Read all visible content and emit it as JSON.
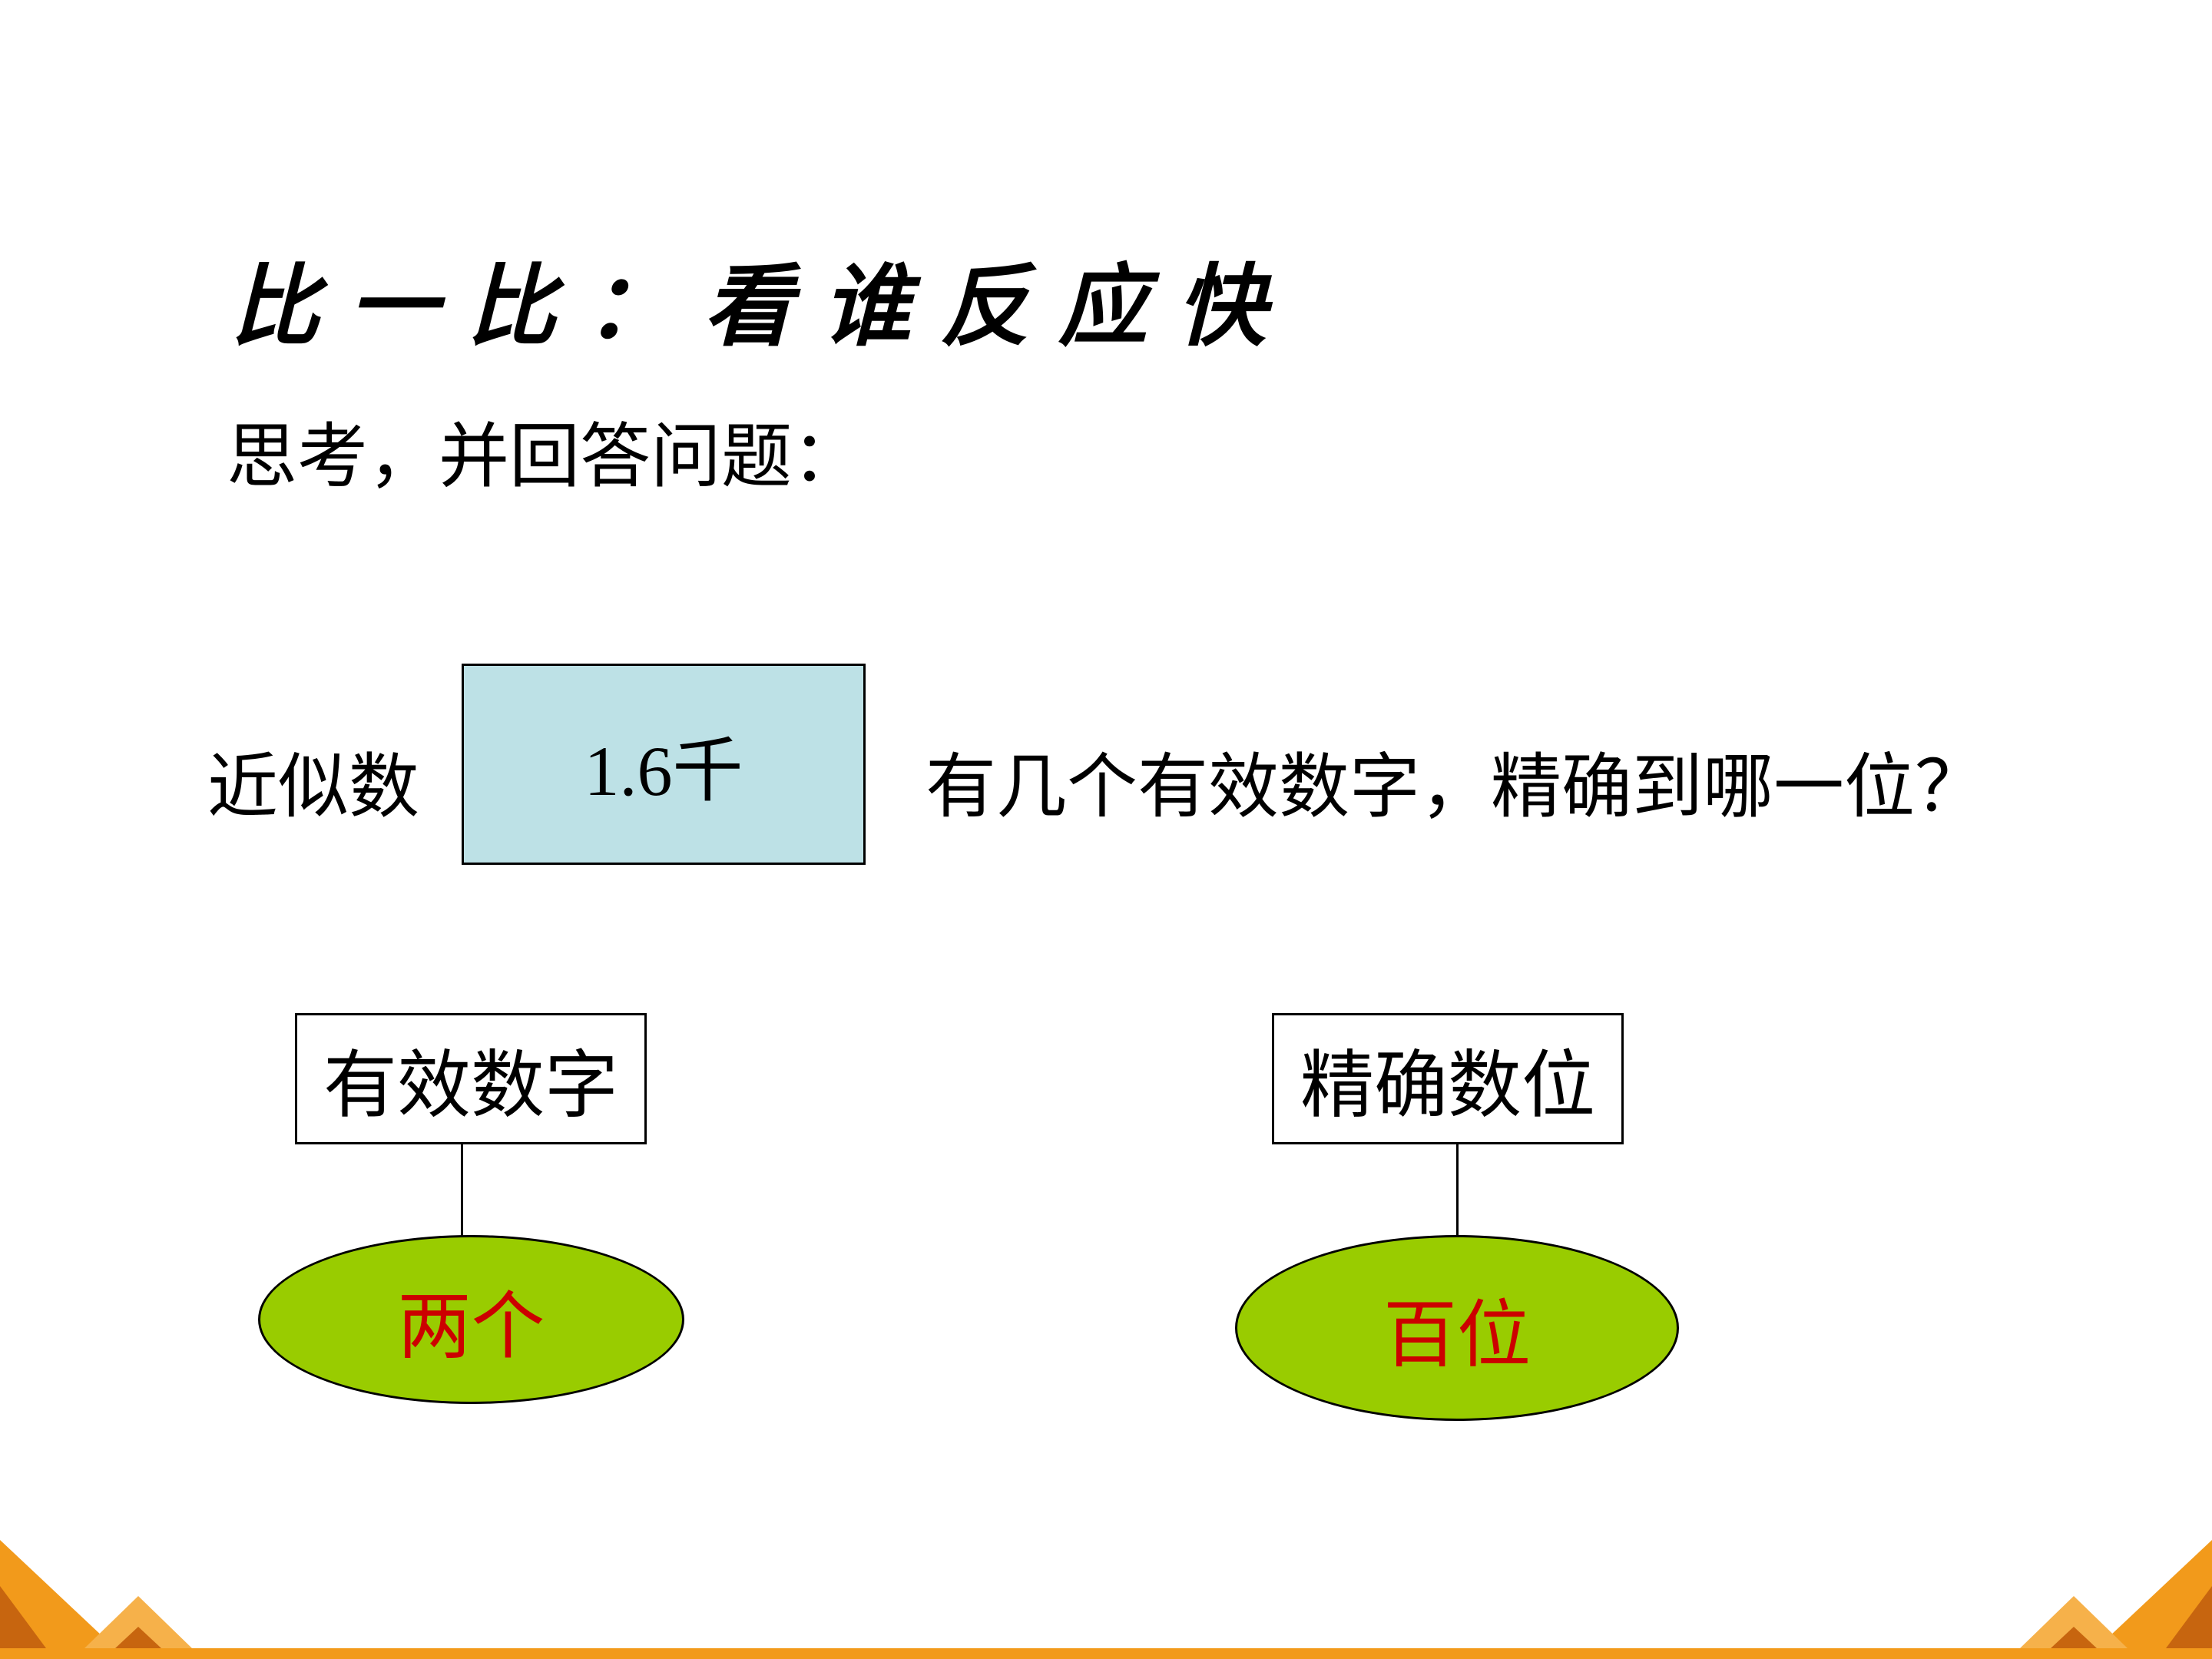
{
  "slide": {
    "title": "比一比：看谁反应快",
    "prompt": "思考，并回答问题：",
    "approx_label": "近似数",
    "approx_value": "1.6千",
    "question": "有几个有效数字，精确到哪一位？"
  },
  "diagram": {
    "left": {
      "heading": "有效数字",
      "answer": "两个"
    },
    "right": {
      "heading": "精确数位",
      "answer": "百位"
    }
  },
  "colors": {
    "value_box_fill": "#bde1e6",
    "answer_fill": "#99cc00",
    "answer_text": "#cc0000",
    "decoration_orange": "#f29a1b"
  }
}
